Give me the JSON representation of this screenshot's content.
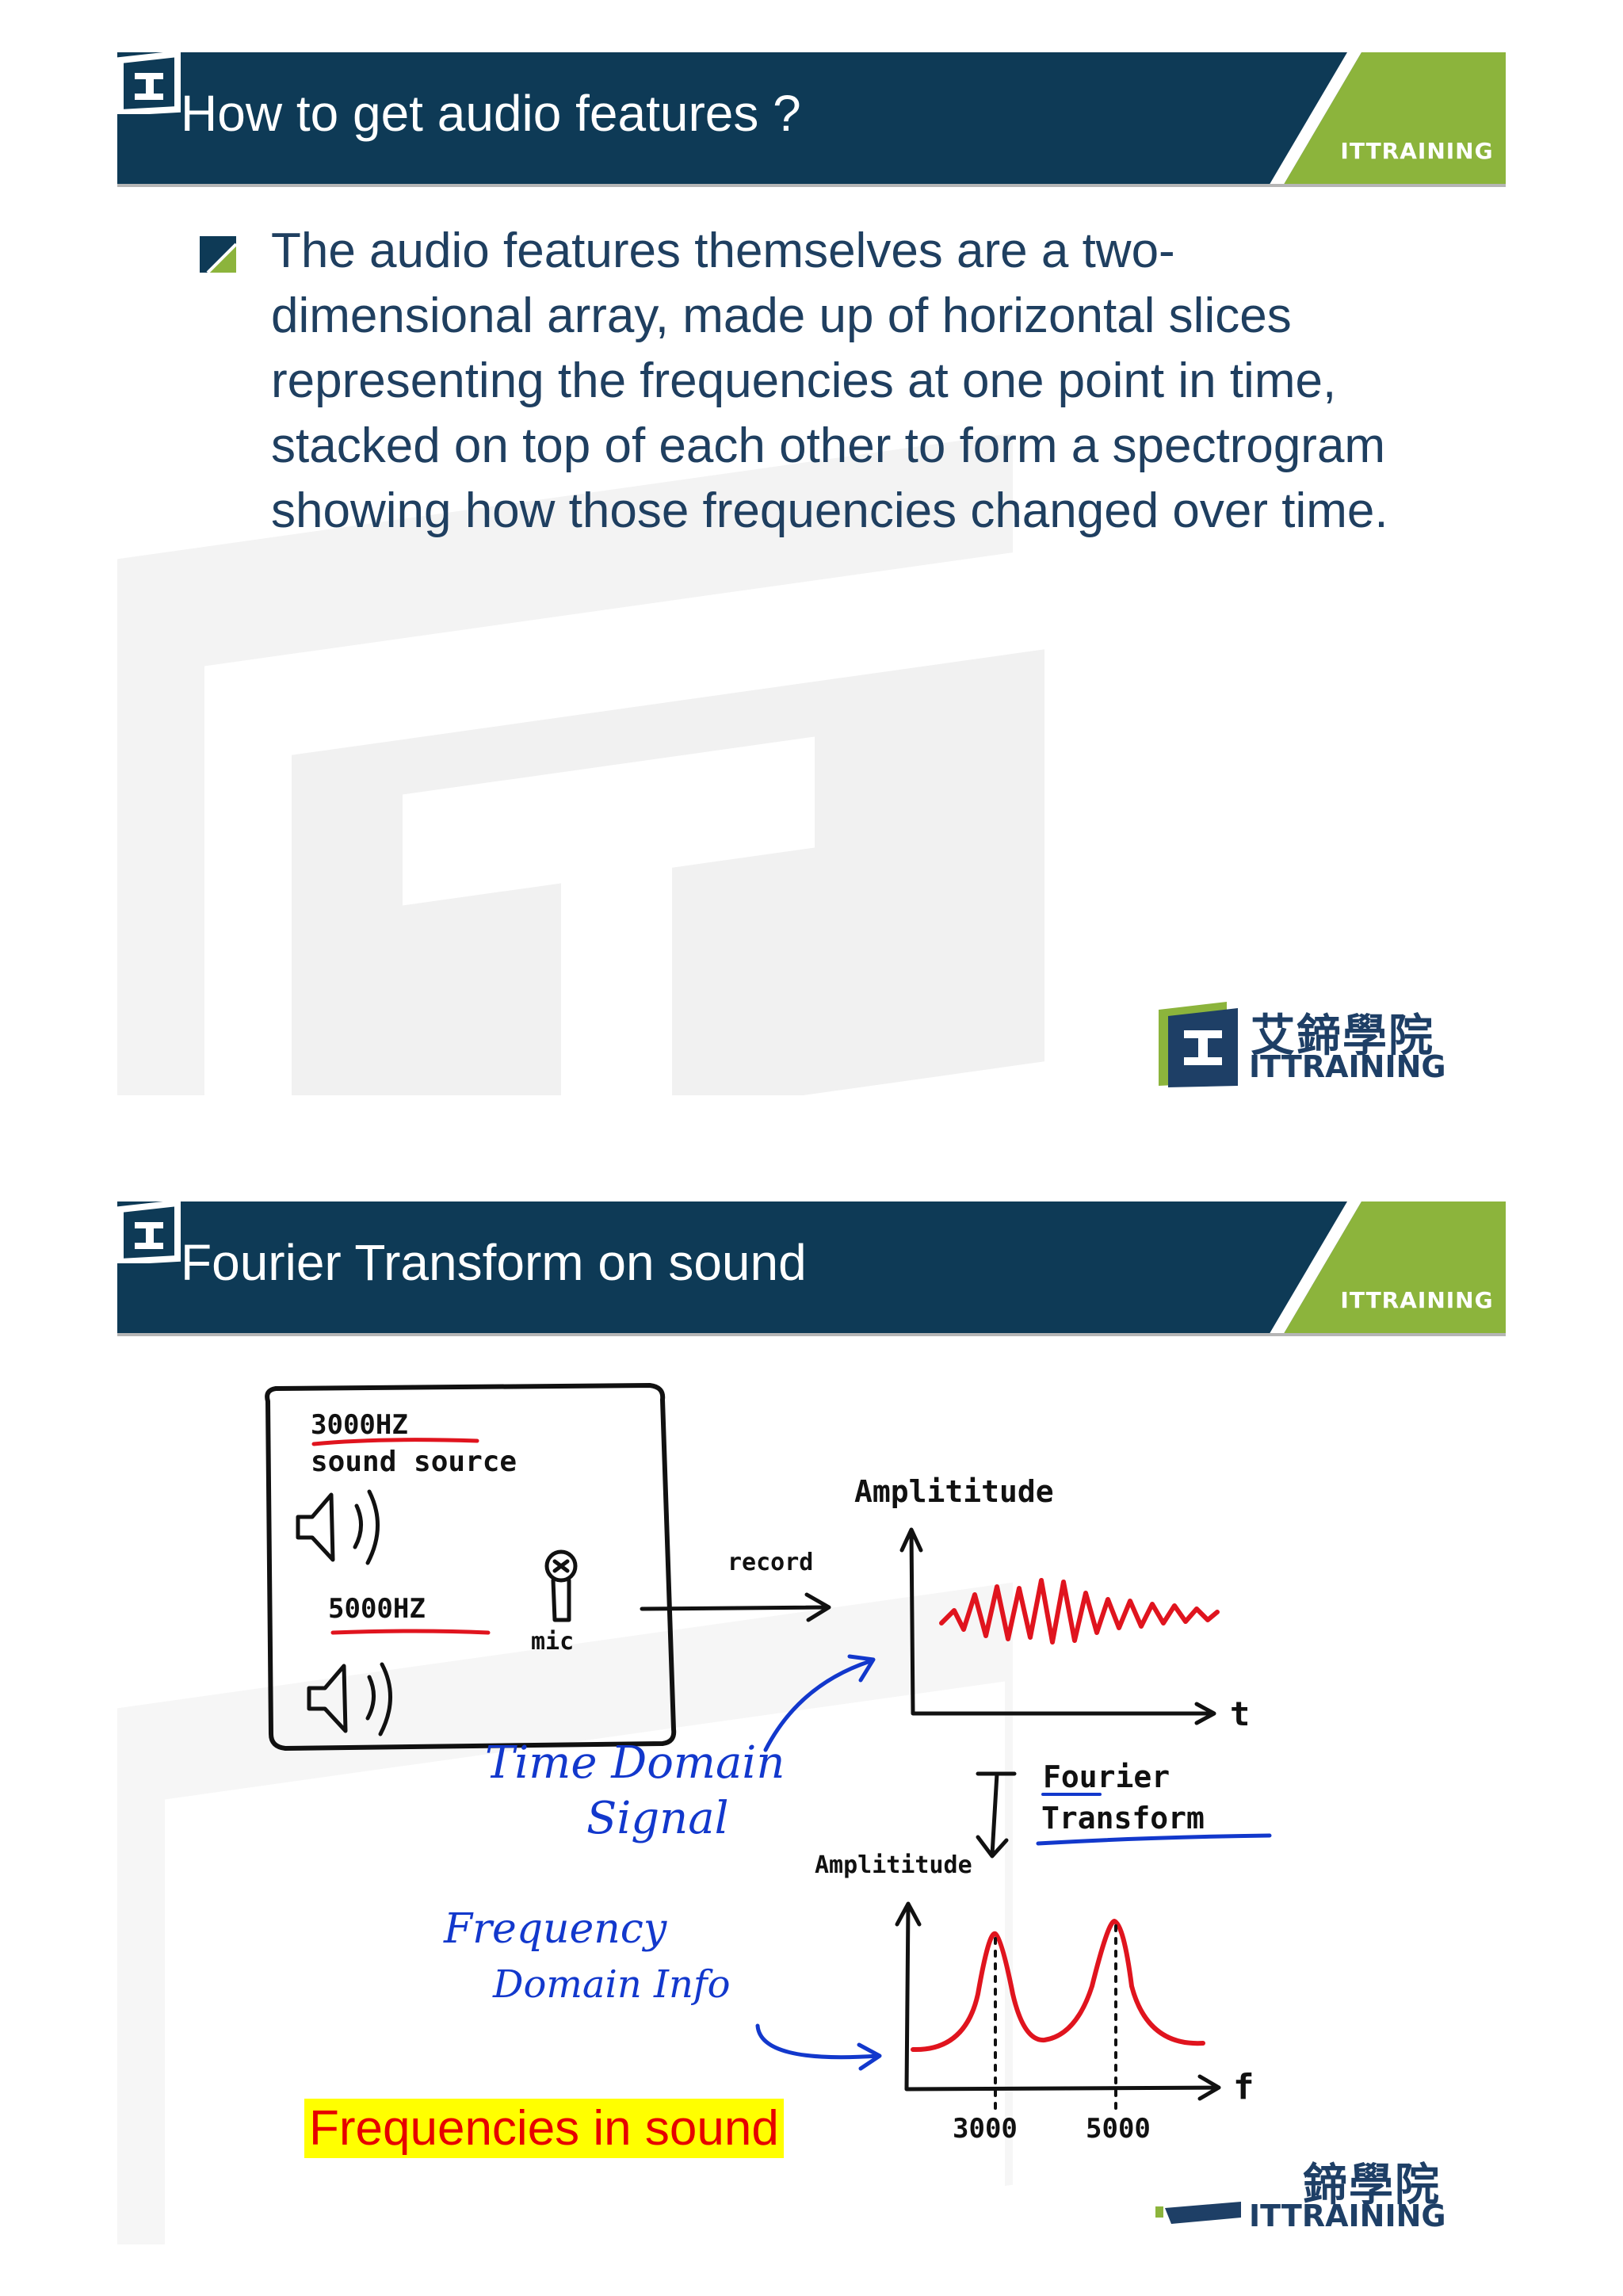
{
  "slides": [
    {
      "title": "How to get audio features ?",
      "logo_text": "ITTRAINING",
      "bullet_lines": [
        "The audio features themselves are a two-",
        "dimensional array, made up of horizontal slices",
        "representing the frequencies at one point in time,",
        "stacked on top of each other to form a spectrogram",
        "showing how those frequencies changed over time."
      ],
      "footer": {
        "chinese": "艾鍗學院",
        "english": "ITTRAINING"
      }
    },
    {
      "title": "Fourier Transform on sound",
      "logo_text": "ITTRAINING",
      "sketch": {
        "source1_freq": "3000HZ",
        "source1_label": "sound source",
        "source2_freq": "5000HZ",
        "mic_label": "mic",
        "record_label": "record",
        "top_axis_y": "Amplititude",
        "top_axis_x": "t",
        "time_domain_line1": "Time Domain",
        "time_domain_line2": "Signal",
        "fourier_line1": "Fourier",
        "fourier_line2": "Transform",
        "bottom_axis_y": "Amplititude",
        "bottom_axis_x": "f",
        "peak1_label": "3000",
        "peak2_label": "5000",
        "freq_domain_line1": "Frequency",
        "freq_domain_line2": "Domain  Info"
      },
      "caption": "Frequencies in sound",
      "footer": {
        "chinese": "鍗學院",
        "english": "ITTRAINING"
      }
    }
  ],
  "colors": {
    "header_navy": "#0e3a56",
    "header_green": "#8cb43c",
    "body_text": "#1f3f60",
    "sketch_red": "#e0141e",
    "sketch_blue": "#1238cc",
    "caption_yellow": "#ffff00",
    "caption_red": "#e60000"
  }
}
